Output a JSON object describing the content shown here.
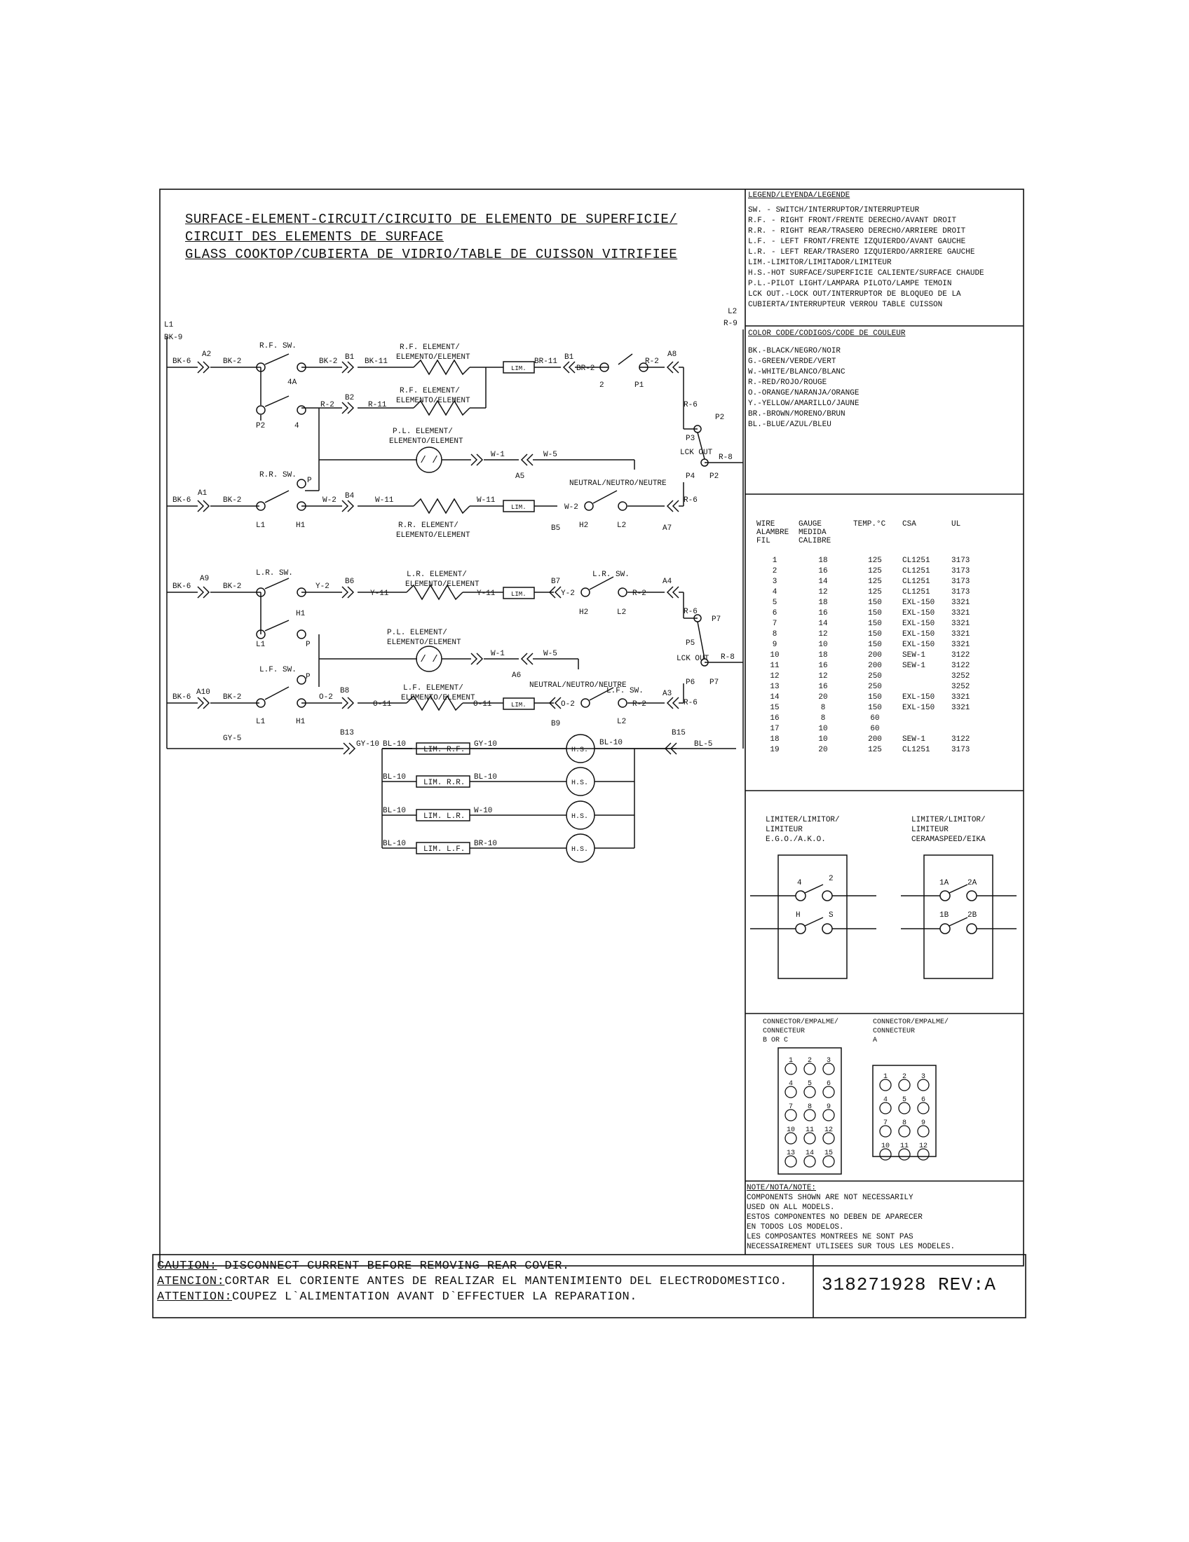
{
  "title_lines": [
    "SURFACE-ELEMENT-CIRCUIT/CIRCUITO DE ELEMENTO DE SUPERFICIE/",
    "CIRCUIT DES  ELEMENTS DE SURFACE",
    "GLASS COOKTOP/CUBIERTA DE VIDRIO/TABLE DE CUISSON VITRIFIEE"
  ],
  "legend": {
    "heading": "LEGEND/LEYENDA/LEGENDE",
    "lines": [
      "SW.  - SWITCH/INTERRUPTOR/INTERRUPTEUR",
      "R.F. - RIGHT FRONT/FRENTE DERECHO/AVANT DROIT",
      "R.R. - RIGHT REAR/TRASERO DERECHO/ARRIERE DROIT",
      "L.F. - LEFT FRONT/FRENTE IZQUIERDO/AVANT GAUCHE",
      "L.R. - LEFT REAR/TRASERO IZQUIERDO/ARRIERE GAUCHE",
      "LIM.-LIMITOR/LIMITADOR/LIMITEUR",
      "H.S.-HOT SURFACE/SUPERFICIE CALIENTE/SURFACE CHAUDE",
      "P.L.-PILOT LIGHT/LAMPARA PILOTO/LAMPE TEMOIN",
      "LCK OUT.-LOCK OUT/INTERRUPTOR DE BLOQUEO DE LA",
      "CUBIERTA/INTERRUPTEUR VERROU TABLE CUISSON"
    ]
  },
  "color_code": {
    "heading": "COLOR CODE/CODIGOS/CODE DE COULEUR",
    "lines": [
      "BK.-BLACK/NEGRO/NOIR",
      "G.-GREEN/VERDE/VERT",
      "W.-WHITE/BLANCO/BLANC",
      "R.-RED/ROJO/ROUGE",
      "O.-ORANGE/NARANJA/ORANGE",
      "Y.-YELLOW/AMARILLO/JAUNE",
      "BR.-BROWN/MORENO/BRUN",
      "BL.-BLUE/AZUL/BLEU"
    ]
  },
  "wire_table": {
    "headers": [
      [
        "WIRE",
        "ALAMBRE",
        "FIL"
      ],
      [
        "GAUGE",
        "MEDIDA",
        "CALIBRE"
      ],
      [
        "TEMP.°C"
      ],
      [
        "CSA"
      ],
      [
        "UL"
      ]
    ],
    "rows": [
      [
        "1",
        "18",
        "125",
        "CL1251",
        "3173"
      ],
      [
        "2",
        "16",
        "125",
        "CL1251",
        "3173"
      ],
      [
        "3",
        "14",
        "125",
        "CL1251",
        "3173"
      ],
      [
        "4",
        "12",
        "125",
        "CL1251",
        "3173"
      ],
      [
        "5",
        "18",
        "150",
        "EXL-150",
        "3321"
      ],
      [
        "6",
        "16",
        "150",
        "EXL-150",
        "3321"
      ],
      [
        "7",
        "14",
        "150",
        "EXL-150",
        "3321"
      ],
      [
        "8",
        "12",
        "150",
        "EXL-150",
        "3321"
      ],
      [
        "9",
        "10",
        "150",
        "EXL-150",
        "3321"
      ],
      [
        "10",
        "18",
        "200",
        "SEW-1",
        "3122"
      ],
      [
        "11",
        "16",
        "200",
        "SEW-1",
        "3122"
      ],
      [
        "12",
        "12",
        "250",
        "",
        "3252"
      ],
      [
        "13",
        "16",
        "250",
        "",
        "3252"
      ],
      [
        "14",
        "20",
        "150",
        "EXL-150",
        "3321"
      ],
      [
        "15",
        "8",
        "150",
        "EXL-150",
        "3321"
      ],
      [
        "16",
        "8",
        "60",
        "",
        ""
      ],
      [
        "17",
        "10",
        "60",
        "",
        ""
      ],
      [
        "18",
        "10",
        "200",
        "SEW-1",
        "3122"
      ],
      [
        "19",
        "20",
        "125",
        "CL1251",
        "3173"
      ]
    ]
  },
  "limiters": {
    "ego": [
      "LIMITER/LIMITOR/",
      "LIMITEUR",
      "E.G.O./A.K.O."
    ],
    "ceramaspeed": [
      "LIMITER/LIMITOR/",
      "LIMITEUR",
      "CERAMASPEED/EIKA"
    ],
    "ego_terms": [
      "4",
      "2",
      "H",
      "S"
    ],
    "cs_terms": [
      "1A",
      "2A",
      "1B",
      "2B"
    ]
  },
  "connectors": {
    "bc_label": [
      "CONNECTOR/EMPALME/",
      "CONNECTEUR",
      "B OR C"
    ],
    "a_label": [
      "CONNECTOR/EMPALME/",
      "CONNECTEUR",
      "A"
    ],
    "bc_pins": [
      "1",
      "2",
      "3",
      "4",
      "5",
      "6",
      "7",
      "8",
      "9",
      "10",
      "11",
      "12",
      "13",
      "14",
      "15"
    ],
    "a_pins": [
      "1",
      "2",
      "3",
      "4",
      "5",
      "6",
      "7",
      "8",
      "9",
      "10",
      "11",
      "12"
    ]
  },
  "note": {
    "heading": "NOTE/NOTA/NOTE:",
    "lines": [
      "COMPONENTS SHOWN ARE NOT NECESSARILY",
      "USED ON ALL MODELS.",
      "ESTOS COMPONENTES NO DEBEN DE APARECER",
      "EN TODOS LOS MODELOS.",
      "LES COMPOSANTES MONTREES NE SONT PAS",
      "NECESSAIREMENT UTLISEES SUR TOUS LES MODELES."
    ]
  },
  "caution": {
    "l1_label": "CAUTION:",
    "l1_text": " DISCONNECT CURRENT BEFORE REMOVING REAR COVER.",
    "l2_label": "ATENCION:",
    "l2_text": "CORTAR EL CORIENTE ANTES DE REALIZAR EL MANTENIMIENTO DEL ELECTRODOMESTICO.",
    "l3_label": "ATTENTION:",
    "l3_text": "COUPEZ L`ALIMENTATION AVANT D`EFFECTUER LA REPARATION."
  },
  "part_number": "318271928 REV:A",
  "schematic_labels": {
    "l1": "L1",
    "bk9": "BK-9",
    "l2": "L2",
    "r9": "R-9",
    "rf_sw": "R.F. SW.",
    "rr_sw": "R.R. SW.",
    "lr_sw": "L.R. SW.",
    "lf_sw": "L.F. SW.",
    "rf_el_1": "R.F. ELEMENT/",
    "rf_el_2": "ELEMENTO/ELEMENT",
    "rf_el2_1": "R.F. ELEMENT/",
    "rf_el2_2": "ELEMENTO/ELEMENT",
    "pl_el_1": "P.L. ELEMENT/",
    "pl_el_2": "ELEMENTO/ELEMENT",
    "rr_el_1": "R.R. ELEMENT/",
    "rr_el_2": "ELEMENTO/ELEMENT",
    "lr_el_1": "L.R. ELEMENT/",
    "lr_el_2": "ELEMENTO/ELEMENT",
    "pl2_el_1": "P.L. ELEMENT/",
    "pl2_el_2": "ELEMENTO/ELEMENT",
    "lf_el_1": "L.F. ELEMENT/",
    "lf_el_2": "ELEMENTO/ELEMENT",
    "neutral": "NEUTRAL/NEUTRO/NEUTRE",
    "lck_out": "LCK OUT",
    "lim": "LIM.",
    "lim_rf": "LIM. R.F.",
    "lim_rr": "LIM. R.R.",
    "lim_lr": "LIM. L.R.",
    "lim_lf": "LIM. L.F.",
    "hs": "H.S.",
    "wires": {
      "bk6": "BK-6",
      "bk2": "BK-2",
      "bk11": "BK-11",
      "br11": "BR-11",
      "br2": "BR-2",
      "r2": "R-2",
      "r11": "R-11",
      "r6": "R-6",
      "r8": "R-8",
      "w1": "W-1",
      "w5": "W-5",
      "w2": "W-2",
      "w11": "W-11",
      "y2": "Y-2",
      "y11": "Y-11",
      "o2": "O-2",
      "o11": "O-11",
      "gy5": "GY-5",
      "gy10": "GY-10",
      "bl10": "BL-10",
      "bl5": "BL-5",
      "w10": "W-10",
      "br10": "BR-10"
    },
    "conn": {
      "a1": "A1",
      "a2": "A2",
      "a3": "A3",
      "a4": "A4",
      "a5": "A5",
      "a6": "A6",
      "a7": "A7",
      "a8": "A8",
      "a9": "A9",
      "a10": "A10",
      "b1": "B1",
      "b2": "B2",
      "b4": "B4",
      "b5": "B5",
      "b6": "B6",
      "b7": "B7",
      "b8": "B8",
      "b9": "B9",
      "b13": "B13",
      "b15": "B15"
    },
    "terms": {
      "p1": "P1",
      "p2": "P2",
      "p3": "P3",
      "p4": "P4",
      "p5": "P5",
      "p6": "P6",
      "p7": "P7",
      "p": "P",
      "h1": "H1",
      "h2": "H2",
      "l1t": "L1",
      "l2t": "L2",
      "t2": "2",
      "t4": "4",
      "t4a": "4A"
    }
  }
}
